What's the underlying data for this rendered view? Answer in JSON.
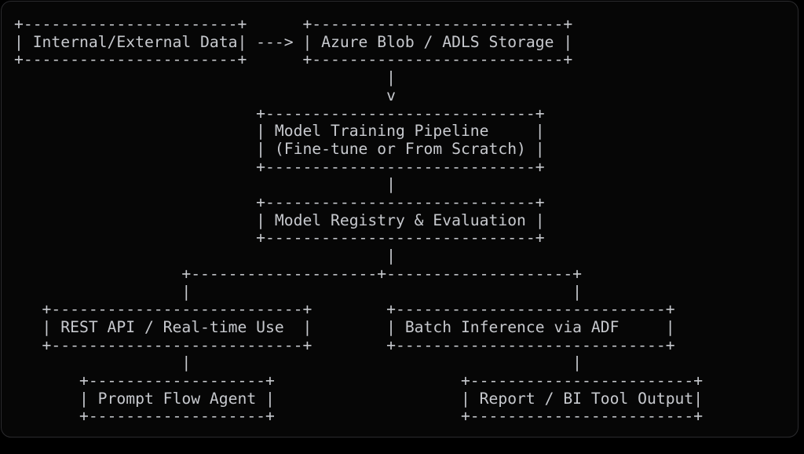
{
  "theme": {
    "page_background": "#000000",
    "panel_background": "#060606",
    "panel_border": "#2b2b2e",
    "text_color": "#c7c9ce"
  },
  "diagram": {
    "type": "ascii-flowchart",
    "nodes": [
      {
        "id": "internal-external-data",
        "label": "Internal/External Data",
        "col": 0,
        "row": 0,
        "wchars": 25,
        "hrows": 3
      },
      {
        "id": "azure-blob-adls-storage",
        "label": "Azure Blob / ADLS Storage",
        "col": 31,
        "row": 0,
        "wchars": 29,
        "hrows": 3
      },
      {
        "id": "model-training-pipeline",
        "label": "Model Training Pipeline (Fine-tune or From Scratch)",
        "col": 26,
        "row": 5,
        "wchars": 31,
        "hrows": 4
      },
      {
        "id": "model-registry-evaluation",
        "label": "Model Registry & Evaluation",
        "col": 26,
        "row": 10,
        "wchars": 31,
        "hrows": 3
      },
      {
        "id": "rest-api-real-time-use",
        "label": "REST API / Real-time Use",
        "col": 3,
        "row": 16,
        "wchars": 29,
        "hrows": 3
      },
      {
        "id": "batch-inference-via-adf",
        "label": "Batch Inference via ADF",
        "col": 40,
        "row": 16,
        "wchars": 31,
        "hrows": 3
      },
      {
        "id": "prompt-flow-agent",
        "label": "Prompt Flow Agent",
        "col": 7,
        "row": 20,
        "wchars": 21,
        "hrows": 3
      },
      {
        "id": "report-bi-tool-output",
        "label": "Report / BI Tool Output",
        "col": 48,
        "row": 20,
        "wchars": 26,
        "hrows": 3
      }
    ],
    "edges": [
      {
        "from": "internal-external-data",
        "to": "azure-blob-adls-storage",
        "glyph": "--->"
      },
      {
        "from": "azure-blob-adls-storage",
        "to": "model-training-pipeline",
        "glyph": "| v"
      },
      {
        "from": "model-training-pipeline",
        "to": "model-registry-evaluation",
        "glyph": "|"
      },
      {
        "from": "model-registry-evaluation",
        "to": "rest-api-real-time-use",
        "glyph": "| +--+ |"
      },
      {
        "from": "model-registry-evaluation",
        "to": "batch-inference-via-adf",
        "glyph": "| +--+ |"
      },
      {
        "from": "rest-api-real-time-use",
        "to": "prompt-flow-agent",
        "glyph": "|"
      },
      {
        "from": "batch-inference-via-adf",
        "to": "report-bi-tool-output",
        "glyph": "|"
      }
    ],
    "lines": [
      "+-----------------------+      +---------------------------+",
      "| Internal/External Data| ---> | Azure Blob / ADLS Storage |",
      "+-----------------------+      +---------------------------+",
      "                                        |",
      "                                        v",
      "                          +-----------------------------+",
      "                          | Model Training Pipeline     |",
      "                          | (Fine-tune or From Scratch) |",
      "                          +-----------------------------+",
      "                                        |",
      "                          +-----------------------------+",
      "                          | Model Registry & Evaluation |",
      "                          +-----------------------------+",
      "                                        |",
      "                  +--------------------+--------------------+",
      "                  |                                         |",
      "   +---------------------------+        +-----------------------------+",
      "   | REST API / Real-time Use  |        | Batch Inference via ADF     |",
      "   +---------------------------+        +-----------------------------+",
      "                  |                                         |",
      "       +-------------------+                    +------------------------+",
      "       | Prompt Flow Agent |                    | Report / BI Tool Output|",
      "       +-------------------+                    +------------------------+"
    ]
  }
}
